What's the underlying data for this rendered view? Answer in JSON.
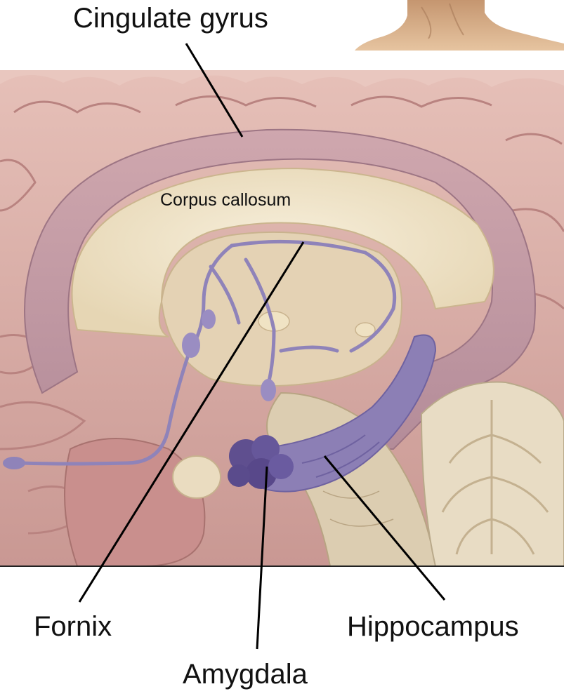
{
  "labels": {
    "cingulate_gyrus": "Cingulate gyrus",
    "corpus_callosum": "Corpus callosum",
    "fornix": "Fornix",
    "hippocampus": "Hippocampus",
    "amygdala": "Amygdala"
  },
  "colors": {
    "background": "#ffffff",
    "cortex": "#d9aaa5",
    "cingulate": "#c199a3",
    "corpus_callosum": "#f3e8cf",
    "limbic_structures": "#8c7fb5",
    "amygdala": "#5f4f8f",
    "brainstem": "#ddd0b5",
    "cerebellum": "#e8dcc4",
    "skin": "#d8b48c",
    "leader_lines": "#000000"
  },
  "icons": [
    "brain-medial-section-illustration",
    "head-silhouette-thumbnail"
  ]
}
